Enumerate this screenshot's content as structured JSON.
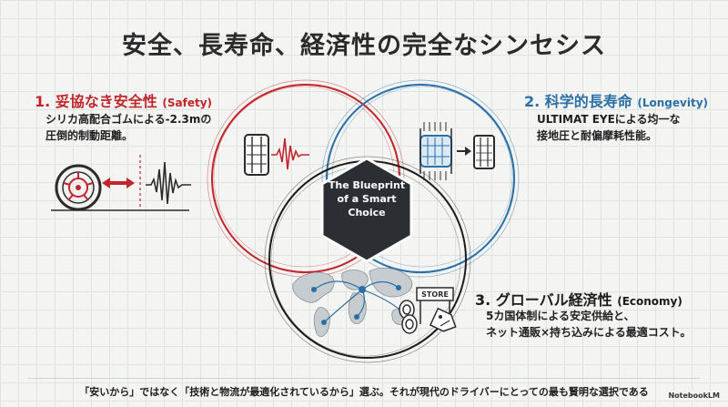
{
  "title": "安全、長寿命、経済性の完全なシンセシス",
  "center_label": [
    "The Blueprint",
    "of a Smart",
    "Choice"
  ],
  "sections": {
    "safety": {
      "heading": "1. 妥協なき安全性",
      "heading_en": "(Safety)",
      "body": [
        "シリカ高配合ゴムによる-2.3mの",
        "圧倒的制動距離。"
      ],
      "color": "#c0262c"
    },
    "longevity": {
      "heading": "2. 科学的長寿命",
      "heading_en": "(Longevity)",
      "body": [
        "ULTIMAT EYEによる均一な",
        "接地圧と耐偏摩耗性能。"
      ],
      "color": "#2a6fa6"
    },
    "economy": {
      "heading": "3. グローバル経済性",
      "heading_en": "(Economy)",
      "body": [
        "5カ国体制による安定供給と、",
        "ネット通販×持ち込みによる最適コスト。"
      ],
      "color": "#1c1c1c"
    }
  },
  "store_sign": "STORE",
  "footer": "「安いから」ではなく「技術と物流が最適化されているから」選ぶ。それが現代のドライバーにとっての最も賢明な選択である",
  "brand": "NotebookLM",
  "colors": {
    "hexagon": "#2b2f33",
    "grid": "#dfe3e2",
    "background": "#f4f5f3"
  }
}
